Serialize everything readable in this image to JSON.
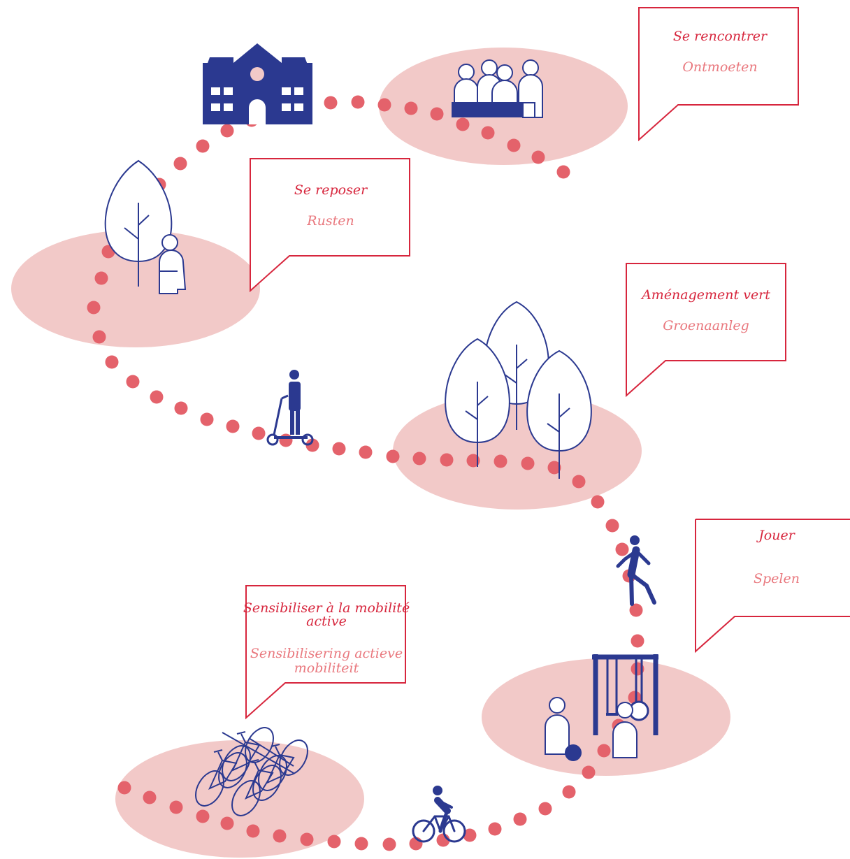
{
  "colors": {
    "accent_red": "#d7263d",
    "label_pink": "#e9787e",
    "dot": "#e4626b",
    "zone": "#f2c9c8",
    "icon_blue": "#2b3990",
    "white": "#ffffff"
  },
  "stations": {
    "meet": {
      "fr": "Se rencontrer",
      "nl": "Ontmoeten",
      "icon": "people-at-table-icon"
    },
    "rest": {
      "fr": "Se reposer",
      "nl": "Rusten",
      "icon": "person-resting-under-tree-icon"
    },
    "green": {
      "fr": "Aménagement vert",
      "nl": "Groenaanleg",
      "icon": "trees-icon"
    },
    "play": {
      "fr": "Jouer",
      "nl": "Spelen",
      "icon": "swing-set-icon"
    },
    "mobility": {
      "fr": [
        "Sensibiliser à la mobilité",
        "active"
      ],
      "nl": [
        "Sensibilisering actieve",
        "mobiliteit"
      ],
      "icon": "bicycle-rack-icon"
    }
  },
  "route_icons": [
    "school-building-icon",
    "scooter-rider-icon",
    "walking-person-icon",
    "cyclist-icon"
  ]
}
